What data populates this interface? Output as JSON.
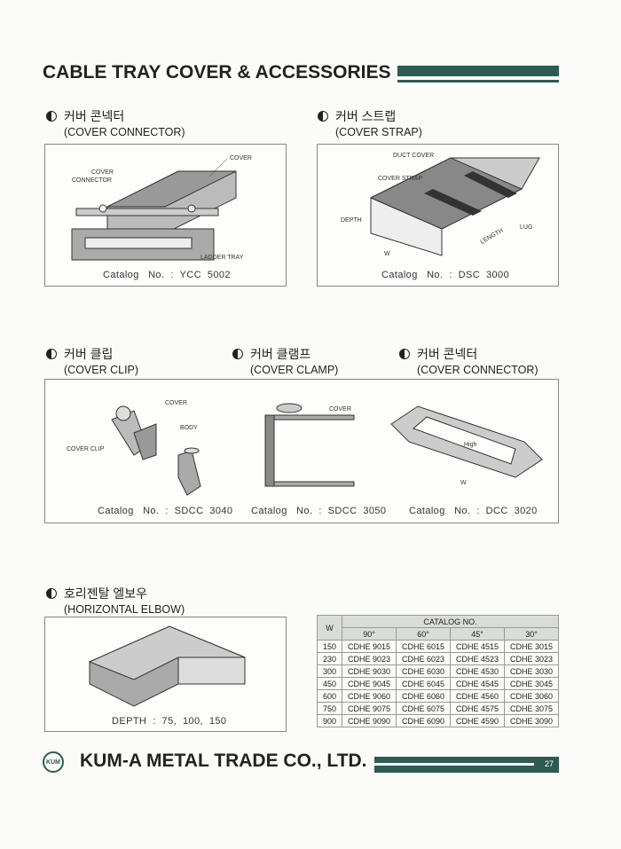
{
  "title": "CABLE TRAY COVER & ACCESSORIES",
  "sections": [
    {
      "ko": "커버 콘넥터",
      "en": "(COVER CONNECTOR)",
      "catalog": "Catalog   No.  :  YCC  5002",
      "labels": [
        "COVER",
        "COVER",
        "CONNECTOR",
        "LADDER  TRAY"
      ]
    },
    {
      "ko": "커버 스트랩",
      "en": "(COVER STRAP)",
      "catalog": "Catalog   No.  :  DSC  3000",
      "labels": [
        "DUCT COVER",
        "COVER STRAP",
        "DEPTH",
        "LUG",
        "LENGTH",
        "W"
      ]
    },
    {
      "ko": "커버 클립",
      "en": "(COVER CLIP)",
      "catalog": "Catalog   No.  :  SDCC  3040",
      "labels": [
        "COVER",
        "BODY",
        "COVER CLIP"
      ]
    },
    {
      "ko": "커버 클램프",
      "en": "(COVER CLAMP)",
      "catalog": "Catalog   No.  :  SDCC  3050",
      "labels": [
        "COVER"
      ]
    },
    {
      "ko": "커버 콘넥터",
      "en": "(COVER CONNECTOR)",
      "catalog": "Catalog   No.  :  DCC  3020",
      "labels": [
        "High",
        "W"
      ]
    },
    {
      "ko": "호리젠탈 엘보우",
      "en": "(HORIZONTAL ELBOW)",
      "catalog": "DEPTH  :  75,  100,  150"
    }
  ],
  "table": {
    "w_header": "W",
    "group_header": "CATALOG NO.",
    "angles": [
      "90°",
      "60°",
      "45°",
      "30°"
    ],
    "rows": [
      [
        "150",
        "CDHE  9015",
        "CDHE  6015",
        "CDHE  4515",
        "CDHE  3015"
      ],
      [
        "230",
        "CDHE  9023",
        "CDHE  6023",
        "CDHE  4523",
        "CDHE  3023"
      ],
      [
        "300",
        "CDHE  9030",
        "CDHE  6030",
        "CDHE  4530",
        "CDHE  3030"
      ],
      [
        "450",
        "CDHE  9045",
        "CDHE  6045",
        "CDHE  4545",
        "CDHE  3045"
      ],
      [
        "600",
        "CDHE  9060",
        "CDHE  6060",
        "CDHE  4560",
        "CDHE  3060"
      ],
      [
        "750",
        "CDHE  9075",
        "CDHE  6075",
        "CDHE  4575",
        "CDHE  3075"
      ],
      [
        "900",
        "CDHE  9090",
        "CDHE  6090",
        "CDHE  4590",
        "CDHE  3090"
      ]
    ]
  },
  "footer": {
    "logo": "KUM",
    "company": "KUM-A METAL TRADE CO., LTD.",
    "page": "27"
  },
  "colors": {
    "accent": "#2d5b50"
  }
}
